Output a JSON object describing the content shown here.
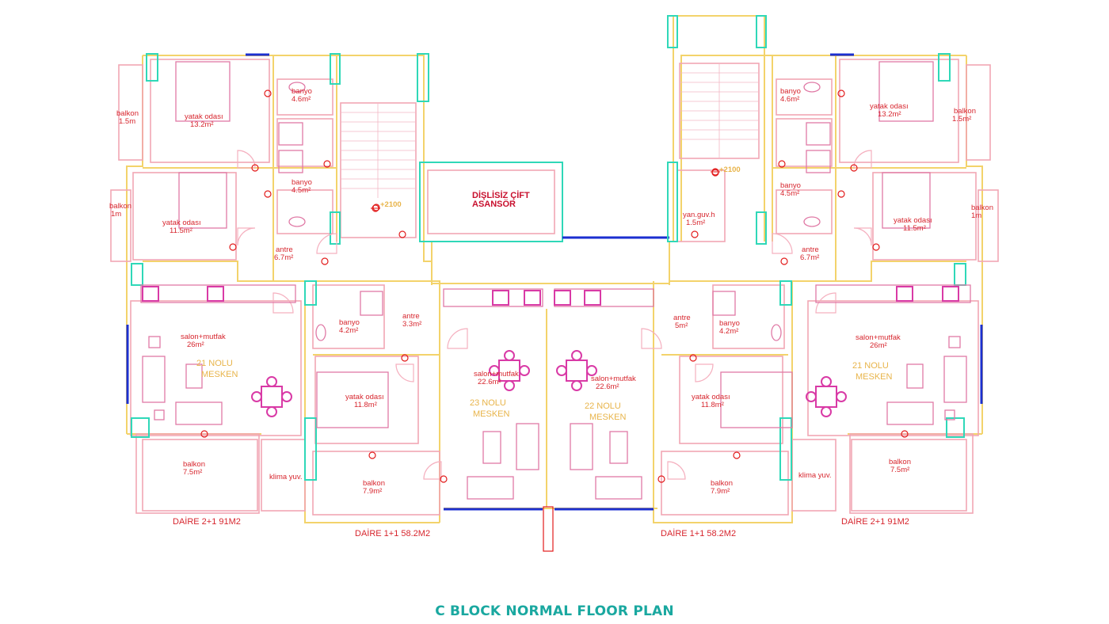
{
  "caption": "C BLOCK NORMAL FLOOR PLAN",
  "elevator": {
    "line1": "DİŞLİSİZ ÇİFT",
    "line2": "ASANSÖR"
  },
  "level_marks": {
    "left": "+2100",
    "right": "+2100"
  },
  "left_wing": {
    "balkon_top": {
      "name": "balkon",
      "area": "1.5m"
    },
    "bedroom_top": {
      "name": "yatak odası",
      "area": "13.2m²"
    },
    "bath_top": {
      "name": "banyo",
      "area": "4.6m²"
    },
    "bath_mid": {
      "name": "banyo",
      "area": "4.5m²"
    },
    "balkon_mid": {
      "name": "balkon",
      "area": "1m"
    },
    "bedroom_mid": {
      "name": "yatak odası",
      "area": "11.5m²"
    },
    "entry": {
      "name": "antre",
      "area": "6.7m²"
    },
    "living": {
      "name": "salon+mutfak",
      "area": "26m²"
    },
    "unit_mark": {
      "line1": "21 NOLU",
      "line2": "MESKEN"
    },
    "balcony_big": {
      "name": "balkon",
      "area": "7.5m²"
    },
    "ac": "klima yuv.",
    "apartment_label": "DAİRE 2+1 91M2"
  },
  "left_inner": {
    "bath": {
      "name": "banyo",
      "area": "4.2m²"
    },
    "entry": {
      "name": "antre",
      "area": "3.3m²"
    },
    "bedroom": {
      "name": "yatak odası",
      "area": "11.8m²"
    },
    "living": {
      "name": "salon+mutfak",
      "area": "22.6m²"
    },
    "unit_mark": {
      "line1": "23 NOLU",
      "line2": "MESKEN"
    },
    "balcony": {
      "name": "balkon",
      "area": "7.9m²"
    },
    "apartment_label": "DAİRE 1+1 58.2M2"
  },
  "right_inner": {
    "bath": {
      "name": "banyo",
      "area": "4.2m²"
    },
    "entry": {
      "name": "antre",
      "area": "5m²"
    },
    "bedroom": {
      "name": "yatak odası",
      "area": "11.8m²"
    },
    "living": {
      "name": "salon+mutfak",
      "area": "22.6m²"
    },
    "unit_mark": {
      "line1": "22 NOLU",
      "line2": "MESKEN"
    },
    "balcony": {
      "name": "balkon",
      "area": "7.9m²"
    },
    "apartment_label": "DAİRE 1+1 58.2M2"
  },
  "right_wing": {
    "balkon_top": {
      "name": "balkon",
      "area": "1.5m²"
    },
    "bedroom_top": {
      "name": "yatak odası",
      "area": "13.2m²"
    },
    "bath_top": {
      "name": "banyo",
      "area": "4.6m²"
    },
    "bath_mid": {
      "name": "banyo",
      "area": "4.5m²"
    },
    "balkon_mid": {
      "name": "balkon",
      "area": "1m"
    },
    "bedroom_mid": {
      "name": "yatak odası",
      "area": "11.5m²"
    },
    "entry": {
      "name": "antre",
      "area": "6.7m²"
    },
    "shaft": {
      "name": "yan.guv.h",
      "area": "1.5m²"
    },
    "living": {
      "name": "salon+mutfak",
      "area": "26m²"
    },
    "unit_mark": {
      "line1": "21 NOLU",
      "line2": "MESKEN"
    },
    "balcony_big": {
      "name": "balkon",
      "area": "7.5m²"
    },
    "ac": "klima yuv.",
    "apartment_label": "DAİRE 2+1 91M2"
  },
  "colors": {
    "wall": "#f3d36b",
    "partition": "#f2a6b4",
    "column": "#2fd8b8",
    "window": "#1b2fd0",
    "annotation": "#d7262e",
    "caption": "#1aa8a0"
  }
}
